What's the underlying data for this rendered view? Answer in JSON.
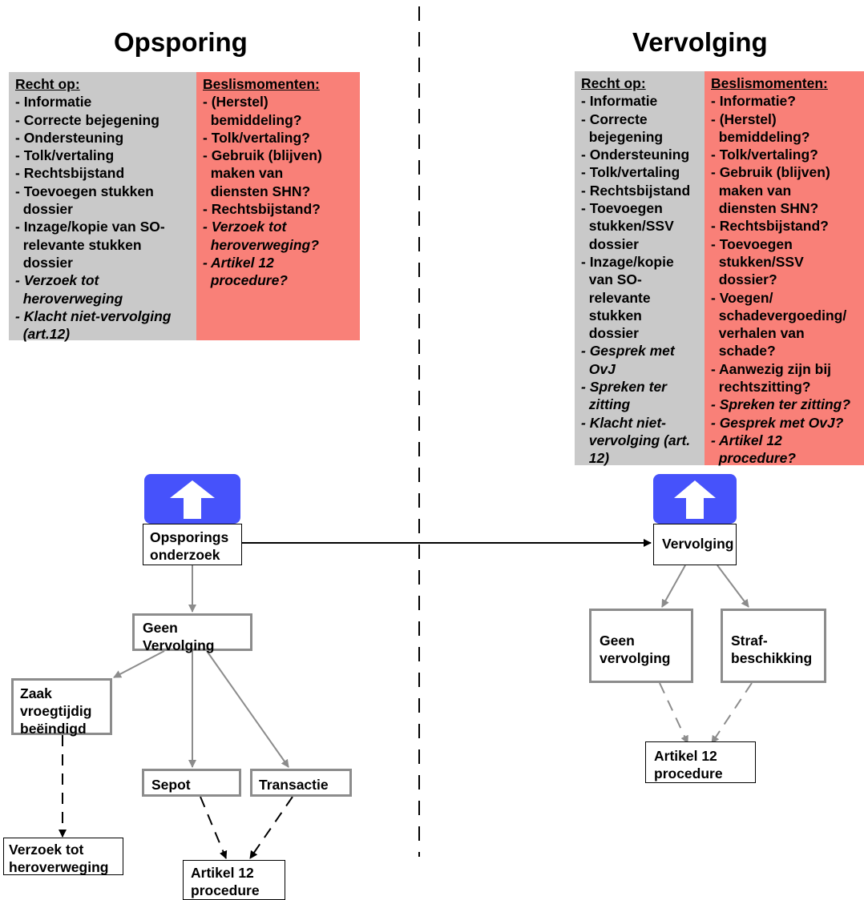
{
  "titles": {
    "left": "Opsporing",
    "right": "Vervolging"
  },
  "left_rights": {
    "header": "Recht op:",
    "items": [
      {
        "text": "- Informatie",
        "italic": false
      },
      {
        "text": "- Correcte bejegening",
        "italic": false
      },
      {
        "text": "- Ondersteuning",
        "italic": false
      },
      {
        "text": "- Tolk/vertaling",
        "italic": false
      },
      {
        "text": "- Rechtsbijstand",
        "italic": false
      },
      {
        "text": "- Toevoegen stukken\n  dossier",
        "italic": false
      },
      {
        "text": "- Inzage/kopie van SO-\n  relevante stukken\n  dossier",
        "italic": false
      },
      {
        "text": "- Verzoek tot\n  heroverweging",
        "italic": true
      },
      {
        "text": "- Klacht niet-vervolging\n  (art.12)",
        "italic": true
      }
    ]
  },
  "left_decisions": {
    "header": "Beslismomenten:",
    "items": [
      {
        "text": "- (Herstel)\n  bemiddeling?",
        "italic": false
      },
      {
        "text": "- Tolk/vertaling?",
        "italic": false
      },
      {
        "text": "- Gebruik (blijven)\n  maken van\n  diensten SHN?",
        "italic": false
      },
      {
        "text": "- Rechtsbijstand?",
        "italic": false
      },
      {
        "text": "- Verzoek tot\n  heroverweging?",
        "italic": true
      },
      {
        "text": "- Artikel 12\n  procedure?",
        "italic": true
      }
    ]
  },
  "right_rights": {
    "header": "Recht op:",
    "items": [
      {
        "text": "- Informatie",
        "italic": false
      },
      {
        "text": "- Correcte\n  bejegening",
        "italic": false
      },
      {
        "text": "- Ondersteuning",
        "italic": false
      },
      {
        "text": "- Tolk/vertaling",
        "italic": false
      },
      {
        "text": "- Rechtsbijstand",
        "italic": false
      },
      {
        "text": "- Toevoegen\n  stukken/SSV\n  dossier",
        "italic": false
      },
      {
        "text": "- Inzage/kopie\n  van SO-\n  relevante\n  stukken\n  dossier",
        "italic": false
      },
      {
        "text": "- Gesprek met\n  OvJ",
        "italic": true
      },
      {
        "text": "- Spreken ter\n  zitting",
        "italic": true
      },
      {
        "text": "- Klacht niet-\n  vervolging (art.\n  12)",
        "italic": true
      }
    ]
  },
  "right_decisions": {
    "header": "Beslismomenten:",
    "items": [
      {
        "text": "- Informatie?",
        "italic": false
      },
      {
        "text": "- (Herstel)\n  bemiddeling?",
        "italic": false
      },
      {
        "text": "- Tolk/vertaling?",
        "italic": false
      },
      {
        "text": "- Gebruik (blijven)\n  maken van\n  diensten SHN?",
        "italic": false
      },
      {
        "text": "- Rechtsbijstand?",
        "italic": false
      },
      {
        "text": "- Toevoegen\n  stukken/SSV\n  dossier?",
        "italic": false
      },
      {
        "text": "- Voegen/\n  schadevergoeding/\n  verhalen van\n  schade?",
        "italic": false
      },
      {
        "text": "- Aanwezig zijn bij\n  rechtszitting?",
        "italic": false
      },
      {
        "text": "- Spreken ter zitting?",
        "italic": true
      },
      {
        "text": "- Gesprek met OvJ?",
        "italic": true
      },
      {
        "text": "- Artikel 12\n  procedure?",
        "italic": true
      }
    ]
  },
  "nodes": {
    "opsporingsonderzoek": "Opsporings\nonderzoek",
    "geen_vervolging_left": "Geen\nVervolging",
    "zaak_vroegtijdig": "Zaak\nvroegtijdig\nbeëindigd",
    "sepot": "Sepot",
    "transactie": "Transactie",
    "verzoek_heroverweging": "Verzoek tot\nheroverweging",
    "artikel12_left": "Artikel 12\nprocedure",
    "vervolging": "Vervolging",
    "geen_vervolging_right": "Geen\nvervolging",
    "strafbeschikking": "Straf-\nbeschikking",
    "artikel12_right": "Artikel 12\nprocedure"
  },
  "colors": {
    "rights_panel": "#c9c9c9",
    "decisions_panel": "#f98078",
    "arrow_icon_bg": "#4652fb",
    "connector_gray": "#8c8c8c"
  }
}
